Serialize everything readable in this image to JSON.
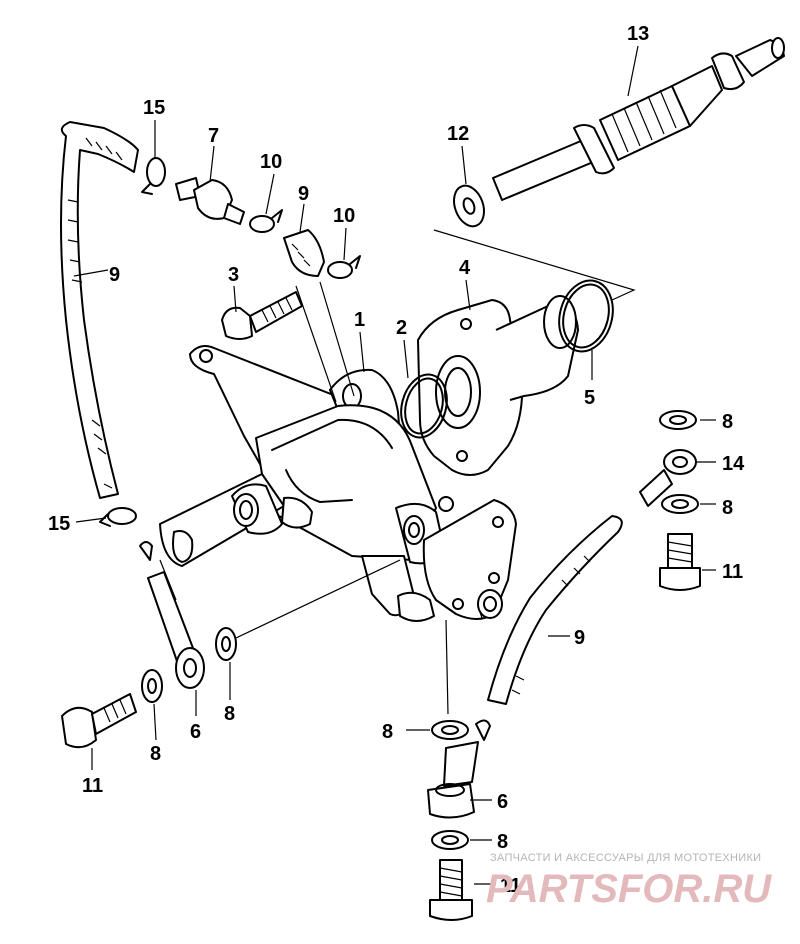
{
  "callouts": [
    {
      "id": "c13",
      "label": "13"
    },
    {
      "id": "c15a",
      "label": "15"
    },
    {
      "id": "c7",
      "label": "7"
    },
    {
      "id": "c12",
      "label": "12"
    },
    {
      "id": "c10a",
      "label": "10"
    },
    {
      "id": "c9a",
      "label": "9"
    },
    {
      "id": "c10b",
      "label": "10"
    },
    {
      "id": "c9b",
      "label": "9"
    },
    {
      "id": "c3",
      "label": "3"
    },
    {
      "id": "c4",
      "label": "4"
    },
    {
      "id": "c1",
      "label": "1"
    },
    {
      "id": "c2",
      "label": "2"
    },
    {
      "id": "c5",
      "label": "5"
    },
    {
      "id": "c8a",
      "label": "8"
    },
    {
      "id": "c14",
      "label": "14"
    },
    {
      "id": "c8b",
      "label": "8"
    },
    {
      "id": "c15b",
      "label": "15"
    },
    {
      "id": "c11a",
      "label": "11"
    },
    {
      "id": "c9c",
      "label": "9"
    },
    {
      "id": "c8c",
      "label": "8"
    },
    {
      "id": "c6a",
      "label": "6"
    },
    {
      "id": "c8d",
      "label": "8"
    },
    {
      "id": "c11b",
      "label": "11"
    },
    {
      "id": "c8e",
      "label": "8"
    },
    {
      "id": "c6b",
      "label": "6"
    },
    {
      "id": "c8f",
      "label": "8"
    },
    {
      "id": "c11c",
      "label": "11"
    }
  ],
  "watermark": {
    "tagline": "ЗАПЧАСТИ И АКСЕССУАРЫ ДЛЯ МОТОТЕХНИКИ",
    "logo": "PARTSFOR.RU"
  }
}
